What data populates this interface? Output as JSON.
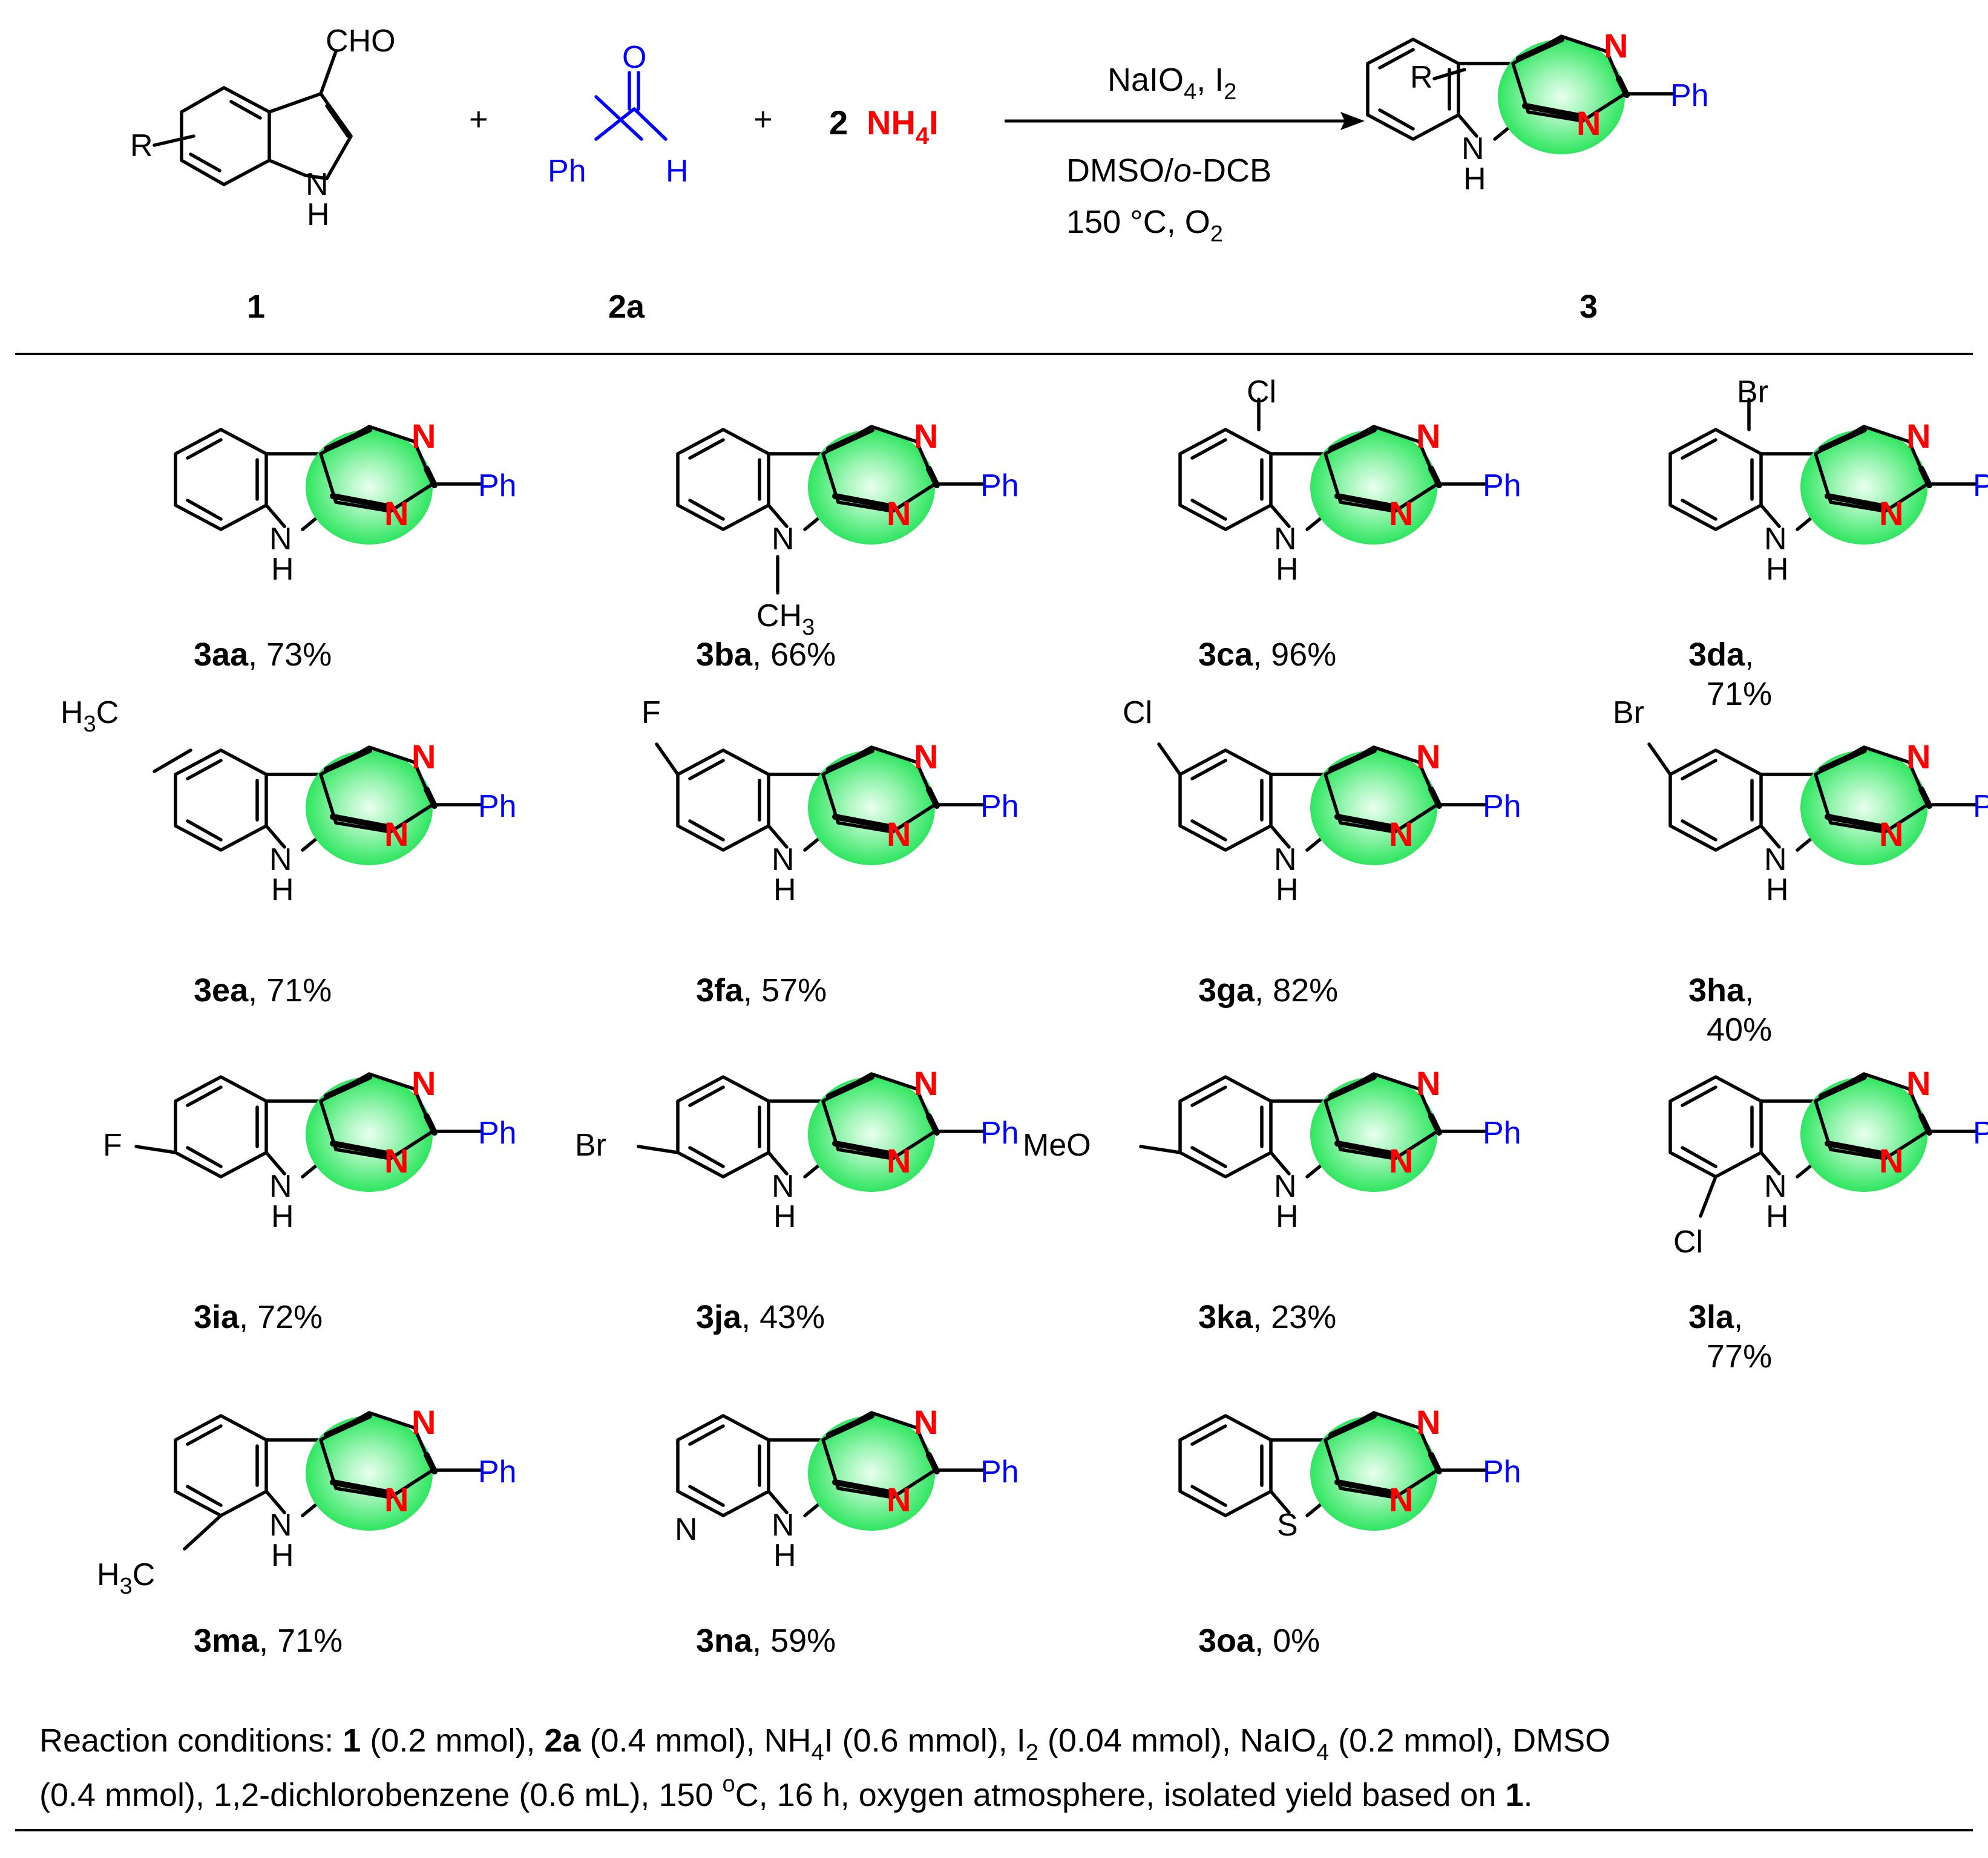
{
  "header": {
    "indole_substituent": "R",
    "indole_cho": "CHO",
    "indole_nh": [
      "N",
      "H"
    ],
    "plus_1": "+",
    "plus_2": "+",
    "aldehyde_o": "O",
    "aldehyde_h": "H",
    "aldehyde_ph": "Ph",
    "reagent_coeff": "2",
    "reagent_main": "NH",
    "reagent_sub": "4",
    "reagent_end": "I",
    "cond_line1": {
      "main": "NaIO",
      "sub": "4",
      "tail": ", I",
      "sub2": "2"
    },
    "cond_line2": {
      "pre": "DMSO/",
      "ital": "o",
      "post": "-DCB"
    },
    "cond_line3": {
      "main": "150 °C, O",
      "sub": "2"
    },
    "product_substituent": "R",
    "product_ph": "Ph",
    "product_n": "N",
    "product_nh": [
      "N",
      "H"
    ],
    "label_1": "1",
    "label_2a": "2a",
    "label_3": "3"
  },
  "compounds": [
    {
      "id": "3aa",
      "yield": "73%",
      "subs": []
    },
    {
      "id": "3ba",
      "yield": "66%",
      "subs": [
        {
          "text": "CH",
          "sub": "3"
        }
      ]
    },
    {
      "id": "3ca",
      "yield": "96%",
      "subs": [
        {
          "text": "Cl"
        }
      ]
    },
    {
      "id": "3da",
      "yield": "71%",
      "subs": [
        {
          "text": "Br"
        }
      ]
    },
    {
      "id": "3ea",
      "yield": "71%",
      "subs": [
        {
          "text": "H",
          "sub": "3",
          "tail": "C"
        }
      ]
    },
    {
      "id": "3fa",
      "yield": "57%",
      "subs": [
        {
          "text": "F"
        }
      ]
    },
    {
      "id": "3ga",
      "yield": "82%",
      "subs": [
        {
          "text": "Cl"
        }
      ]
    },
    {
      "id": "3ha",
      "yield": "40%",
      "subs": [
        {
          "text": "Br"
        }
      ]
    },
    {
      "id": "3ia",
      "yield": "72%",
      "subs": [
        {
          "text": "F"
        }
      ]
    },
    {
      "id": "3ja",
      "yield": "43%",
      "subs": [
        {
          "text": "Br"
        }
      ]
    },
    {
      "id": "3ka",
      "yield": "23%",
      "subs": [
        {
          "text": "MeO"
        }
      ]
    },
    {
      "id": "3la",
      "yield": "77%",
      "subs": [
        {
          "text": "Cl"
        }
      ]
    },
    {
      "id": "3ma",
      "yield": "71%",
      "subs": [
        {
          "text": "H",
          "sub": "3",
          "tail": "C"
        }
      ]
    },
    {
      "id": "3na",
      "yield": "59%",
      "subs": [
        {
          "text": "N"
        }
      ]
    },
    {
      "id": "3oa",
      "yield": "0%",
      "subs": [
        {
          "text": "S"
        }
      ]
    }
  ],
  "atom_labels": {
    "ph": "Ph",
    "n": "N",
    "h": "H"
  },
  "footnote": {
    "t1": "Reaction conditions: ",
    "b1": "1",
    "t2": " (0.2 mmol), ",
    "b2": "2a",
    "t3": " (0.4 mmol), NH",
    "s1": "4",
    "t4": "I (0.6 mmol), I",
    "s2": "2",
    "t5": " (0.04 mmol), NaIO",
    "s3": "4",
    "t6": " (0.2 mmol), DMSO",
    "t7": "(0.4 mmol), 1,2-dichlorobenzene (0.6 mL), 150 ",
    "sup": "o",
    "t8": "C, 16 h, oxygen atmosphere, isolated yield based on ",
    "b3": "1",
    "t9": "."
  },
  "colors": {
    "heteroatom": "#ff0000",
    "ph_group": "#0000ff",
    "highlight": "#33ee66",
    "bond": "#000000"
  }
}
